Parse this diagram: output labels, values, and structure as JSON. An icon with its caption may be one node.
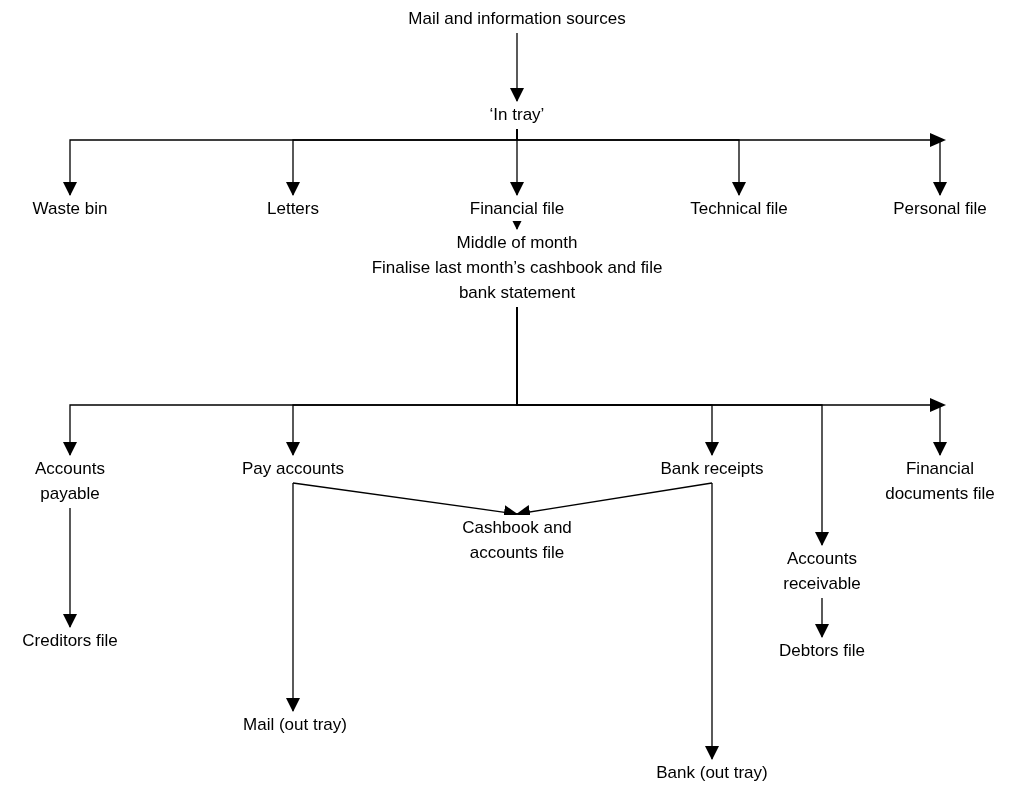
{
  "diagram": {
    "nodes": [
      {
        "text": [
          "Mail and information sources"
        ]
      },
      {
        "text": [
          "‘In tray’"
        ]
      },
      {
        "text": [
          "Waste bin"
        ]
      },
      {
        "text": [
          "Letters"
        ]
      },
      {
        "text": [
          "Financial file"
        ]
      },
      {
        "text": [
          "Technical file"
        ]
      },
      {
        "text": [
          "Personal file"
        ]
      },
      {
        "text": [
          "Middle of month",
          "Finalise last month’s cashbook and file bank statement"
        ]
      },
      {
        "text": [
          "Accounts payable"
        ]
      },
      {
        "text": [
          "Pay accounts"
        ]
      },
      {
        "text": [
          "Bank receipts"
        ]
      },
      {
        "text": [
          "Accounts receivable"
        ]
      },
      {
        "text": [
          "Financial documents file"
        ]
      },
      {
        "text": [
          "Creditors file"
        ]
      },
      {
        "text": [
          "Cashbook and accounts file"
        ]
      },
      {
        "text": [
          "Mail (out tray)"
        ]
      },
      {
        "text": [
          "Bank (out tray)"
        ]
      },
      {
        "text": [
          "Debtors file"
        ]
      }
    ],
    "edges": [
      {
        "from": 0,
        "to": 1,
        "arrow": "to"
      },
      {
        "from": 1,
        "to": 2,
        "arrow": "to"
      },
      {
        "from": 1,
        "to": 3,
        "arrow": "to"
      },
      {
        "from": 1,
        "to": 4,
        "arrow": "to"
      },
      {
        "from": 1,
        "to": 5,
        "arrow": "to"
      },
      {
        "from": 1,
        "to": 6,
        "arrow": "to"
      },
      {
        "from": 4,
        "to": 7,
        "arrow": "to"
      },
      {
        "from": 7,
        "to": 8,
        "arrow": "to"
      },
      {
        "from": 7,
        "to": 9,
        "arrow": "to"
      },
      {
        "from": 7,
        "to": 10,
        "arrow": "to"
      },
      {
        "from": 7,
        "to": 11,
        "arrow": "to"
      },
      {
        "from": 7,
        "to": 12,
        "arrow": "to"
      },
      {
        "from": 8,
        "to": 13,
        "arrow": "to"
      },
      {
        "from": 9,
        "to": 14,
        "arrow": "to"
      },
      {
        "from": 9,
        "to": 15,
        "arrow": "to"
      },
      {
        "from": 10,
        "to": 14,
        "arrow": "to"
      },
      {
        "from": 10,
        "to": 16,
        "arrow": "to"
      },
      {
        "from": 11,
        "to": 17,
        "arrow": "to"
      }
    ]
  }
}
